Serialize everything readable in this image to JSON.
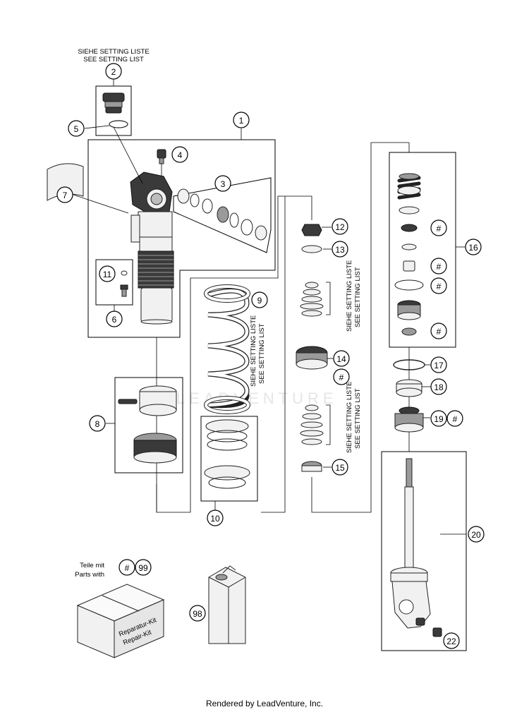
{
  "setting_note_top": {
    "de": "SIEHE SETTING LISTE",
    "en": "SEE SETTING LIST"
  },
  "setting_note_spring": {
    "de": "SIEHE SETTING LISTE",
    "en": "SEE SETTING LIST"
  },
  "setting_note_stack_upper": {
    "de": "SIEHE SETTING LISTE",
    "en": "SEE SETTING LIST"
  },
  "setting_note_stack_lower": {
    "de": "SIEHE SETTING LISTE",
    "en": "SEE SETTING LIST"
  },
  "callouts": {
    "c1": "1",
    "c2": "2",
    "c3": "3",
    "c4": "4",
    "c5": "5",
    "c6": "6",
    "c7": "7",
    "c8": "8",
    "c9": "9",
    "c10": "10",
    "c11": "11",
    "c12": "12",
    "c13": "13",
    "c14": "14",
    "c14h": "#",
    "c15": "15",
    "c16": "16",
    "c16h1": "#",
    "c16h2": "#",
    "c16h3": "#",
    "c16h4": "#",
    "c17": "17",
    "c18": "18",
    "c19": "19",
    "c19h": "#",
    "c20": "20",
    "c22": "22",
    "c98": "98",
    "kit_hash": "#",
    "kit_99": "99"
  },
  "kit_legend": {
    "de": "Teile mit",
    "en": "Parts with"
  },
  "kit_box_label": {
    "line1": "Reparatur-Kit",
    "line2": "Repair-Kit"
  },
  "watermark": "LEADVENTURE",
  "footer": "Rendered by LeadVenture, Inc."
}
